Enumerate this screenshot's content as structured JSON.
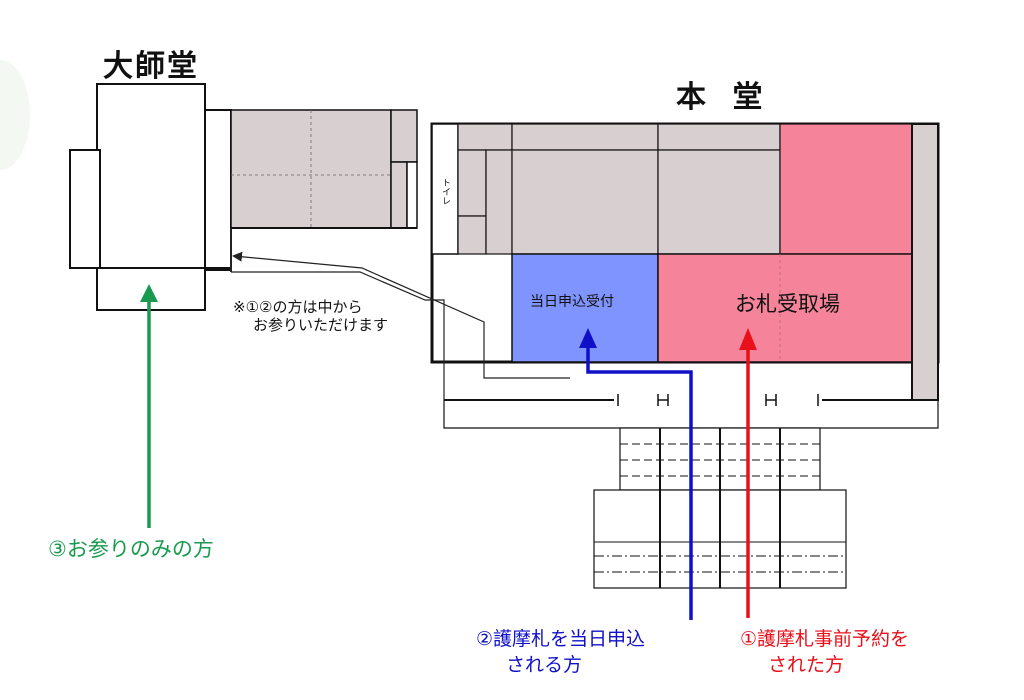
{
  "labels": {
    "daishido": "大師堂",
    "hondo": "本 堂",
    "same_day_desk": "当日申込受付",
    "pickup_area": "お札受取場",
    "toilet": "トイレ",
    "note_line1": "※①②の方は中から",
    "note_line2": "お参りいただけます"
  },
  "captions": {
    "green": "③お参りのみの方",
    "blue_line1": "②護摩札を当日申込",
    "blue_line2": "される方",
    "red_line1": "①護摩札事前予約を",
    "red_line2": "された方"
  },
  "colors": {
    "gray_room": "#d8cfd0",
    "blue_room": "#7f94ff",
    "pink_room": "#f5849a",
    "green_route": "#1a9a50",
    "blue_route": "#1010c8",
    "red_route": "#e8101a",
    "black_route": "#222222"
  }
}
